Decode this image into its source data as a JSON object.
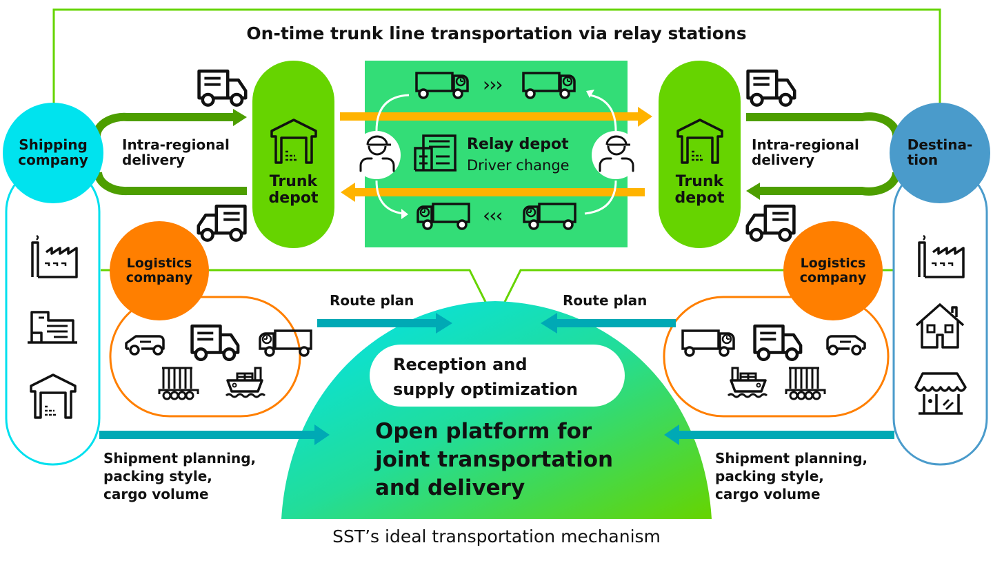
{
  "title": "On-time trunk line transportation via relay stations",
  "caption": "SST’s ideal transportation mechanism",
  "shipper": {
    "label_line1": "Shipping",
    "label_line2": "company",
    "icons": [
      "factory-icon",
      "office-building-icon",
      "warehouse-icon"
    ]
  },
  "destination": {
    "label_line1": "Destina-",
    "label_line2": "tion",
    "icons": [
      "factory-icon",
      "house-icon",
      "store-icon"
    ]
  },
  "left_intra": {
    "line1": "Intra-regional",
    "line2": "delivery"
  },
  "right_intra": {
    "line1": "Intra-regional",
    "line2": "delivery"
  },
  "left_trunk_depot": {
    "line1": "Trunk",
    "line2": "depot"
  },
  "right_trunk_depot": {
    "line1": "Trunk",
    "line2": "depot"
  },
  "relay": {
    "title": "Relay depot",
    "subtitle": "Driver change",
    "forward_chevrons": "›››",
    "backward_chevrons": "‹‹‹"
  },
  "left_logistics": {
    "line1": "Logistics",
    "line2": "company"
  },
  "right_logistics": {
    "line1": "Logistics",
    "line2": "company"
  },
  "route_plan_left": "Route plan",
  "route_plan_right": "Route plan",
  "platform": {
    "reception_line1": "Reception and",
    "reception_line2": "supply optimization",
    "main_line1": "Open platform for",
    "main_line2": "joint transportation",
    "main_line3": "and delivery"
  },
  "shipment_left": {
    "line1": "Shipment planning,",
    "line2": "packing style,",
    "line3": "cargo volume"
  },
  "shipment_right": {
    "line1": "Shipment planning,",
    "line2": "packing style,",
    "line3": "cargo volume"
  },
  "colors": {
    "frame_green": "#66d400",
    "depot_green": "#66d400",
    "relay_green": "#33dd77",
    "dark_green_arrow": "#4d9e00",
    "orange_arrow": "#ffb300",
    "teal_arrow": "#00a9b5",
    "shipper_cyan": "#00e0ee",
    "destination_blue": "#4a9bcb",
    "logistics_orange": "#ff7f00"
  }
}
